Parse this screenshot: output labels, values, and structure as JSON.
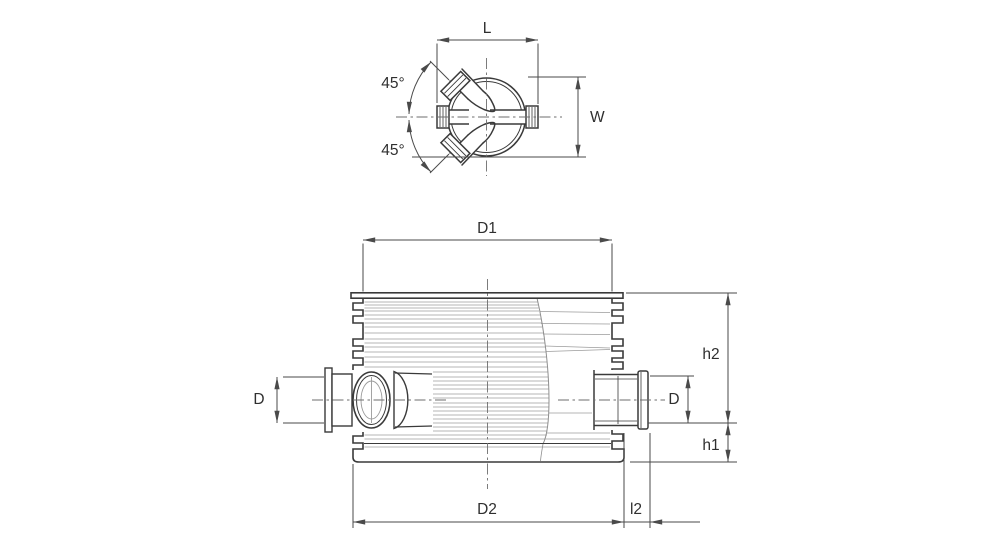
{
  "drawing": {
    "type": "technical-drawing",
    "subject": "inspection-chamber-with-two-45-degree-inlets",
    "colors": {
      "background": "#ffffff",
      "outline": "#3a3a3a",
      "dimension": "#4a4a4a",
      "corrugation": "#9b9b9b",
      "centerline": "#6e6e6e",
      "text": "#2f2f2f"
    },
    "plan_view": {
      "labels": {
        "length": "L",
        "width": "W",
        "angle_upper": "45°",
        "angle_lower": "45°"
      }
    },
    "elevation_view": {
      "labels": {
        "top_diameter": "D1",
        "base_diameter": "D2",
        "inlet_diameter": "D",
        "outlet_diameter": "D",
        "invert_height": "h2",
        "base_height": "h1",
        "outlet_stickout": "l2"
      }
    }
  }
}
